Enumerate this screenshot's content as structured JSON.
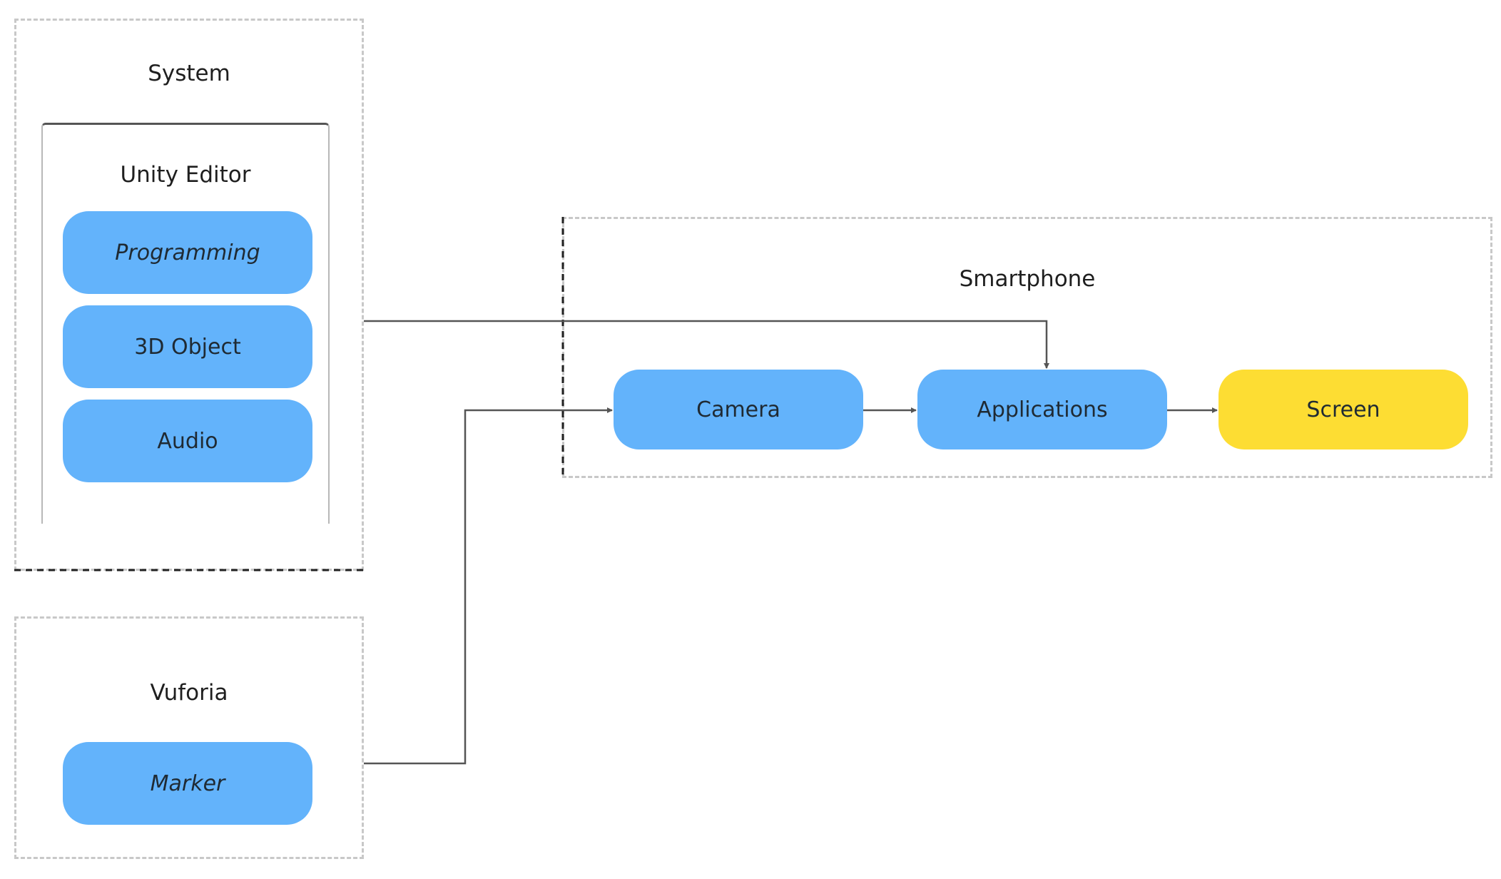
{
  "groups": {
    "system": {
      "title": "System"
    },
    "unity_editor": {
      "title": "Unity Editor"
    },
    "vuforia": {
      "title": "Vuforia"
    },
    "smartphone": {
      "title": "Smartphone"
    }
  },
  "nodes": {
    "programming": "Programming",
    "object_3d": "3D Object",
    "audio": "Audio",
    "marker": "Marker",
    "camera": "Camera",
    "applications": "Applications",
    "screen": "Screen"
  },
  "colors": {
    "node_blue": "#63b3fb",
    "node_yellow": "#fddd33",
    "connector": "#555555",
    "dashed_border": "#c8c8c8"
  }
}
